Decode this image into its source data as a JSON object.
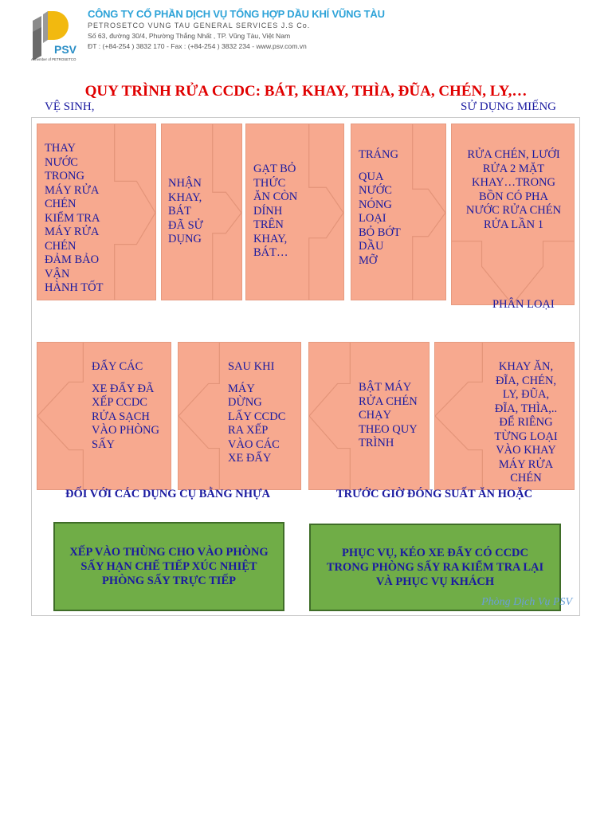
{
  "header": {
    "company_vn": "CÔNG TY CỔ PHẦN DỊCH VỤ TỔNG HỢP DẦU KHÍ VŨNG TÀU",
    "company_en": "PETROSETCO VUNG TAU GENERAL SERVICES J.S Co.",
    "address": "Số 63, đường 30/4, Phường Thắng Nhất , TP. Vũng Tàu, Việt Nam",
    "contact": "ĐT : (+84-254 ) 3832 170 - Fax : (+84-254 ) 3832 234 - www.psv.com.vn",
    "logo_text": "PSV",
    "logo_tagline": "A member of PETROSETCO"
  },
  "title": "QUY TRÌNH RỬA CCDC: BÁT, KHAY, THÌA, ĐŨA, CHÉN, LY,…",
  "subtitle_left": "VỆ SINH,",
  "subtitle_right": "SỬ DỤNG MIẾNG",
  "row1": [
    {
      "lines": [
        "THAY",
        "NƯỚC",
        "TRONG",
        "MÁY RỬA",
        "CHÉN",
        "KIỂM TRA",
        "MÁY RỬA",
        "CHÉN",
        "ĐẢM BẢO",
        "VẬN",
        "HÀNH TỐT"
      ]
    },
    {
      "lines": [
        "NHẬN",
        "KHAY,",
        "BÁT",
        "ĐÃ SỬ",
        "DỤNG"
      ]
    },
    {
      "lines": [
        "GẠT BỎ",
        "THỨC",
        "ĂN CÒN",
        "DÍNH",
        "TRÊN",
        "KHAY,",
        "BÁT…"
      ]
    },
    {
      "first": "TRÁNG",
      "lines": [
        "QUA",
        "NƯỚC",
        "NÓNG",
        "LOẠI",
        "BỎ BỚT",
        "DẦU",
        "MỠ"
      ]
    },
    {
      "lines": [
        "RỬA CHÉN, LƯỚI",
        "RỬA 2 MẶT",
        "KHAY…TRONG",
        "BỒN CÓ PHA",
        "NƯỚC RỬA CHÉN",
        "RỬA LẦN 1"
      ]
    }
  ],
  "phan_loai": "PHÂN LOẠI",
  "row2": [
    {
      "first": "ĐẨY CÁC",
      "lines": [
        "XE ĐẨY ĐÃ",
        "XẾP CCDC",
        "RỬA SẠCH",
        "VÀO PHÒNG",
        "SẤY"
      ]
    },
    {
      "first": "SAU KHI",
      "lines": [
        "MÁY",
        "DỪNG",
        "LẤY CCDC",
        "RA XẾP",
        "VÀO CÁC",
        "XE ĐẨY"
      ]
    },
    {
      "lines": [
        "BẬT MÁY",
        "RỬA CHÉN",
        "CHẠY",
        "THEO QUY",
        "TRÌNH"
      ]
    },
    {
      "lines": [
        "KHAY ĂN,",
        "ĐĨA, CHÉN,",
        "LY, ĐŨA,",
        "ĐĨA, THÌA,..",
        "ĐỂ RIÊNG",
        "TỪNG LOẠI",
        "VÀO KHAY",
        "MÁY RỬA",
        "CHÉN"
      ]
    }
  ],
  "label_left": "ĐỐI VỚI CÁC DỤNG CỤ BẰNG NHỰA",
  "label_right": "TRƯỚC GIỜ ĐÓNG SUẤT ĂN HOẶC",
  "green_left": "XẾP VÀO THÙNG CHO VÀO PHÒNG SẤY HẠN CHẾ TIẾP XÚC NHIỆT PHÒNG SẤY TRỰC TIẾP",
  "green_right": "PHỤC VỤ, KÉO XE ĐẨY CÓ CCDC TRONG PHÒNG SẤY RA KIỂM TRA LẠI VÀ PHỤC VỤ KHÁCH",
  "footer_note": "Phòng Dịch Vụ PSV",
  "colors": {
    "box": "#f7a98f",
    "text": "#1a1aa0",
    "title": "#e00000",
    "green": "#70ad47",
    "logo_yellow": "#f2b90f",
    "logo_gray": "#7a7a7a"
  }
}
